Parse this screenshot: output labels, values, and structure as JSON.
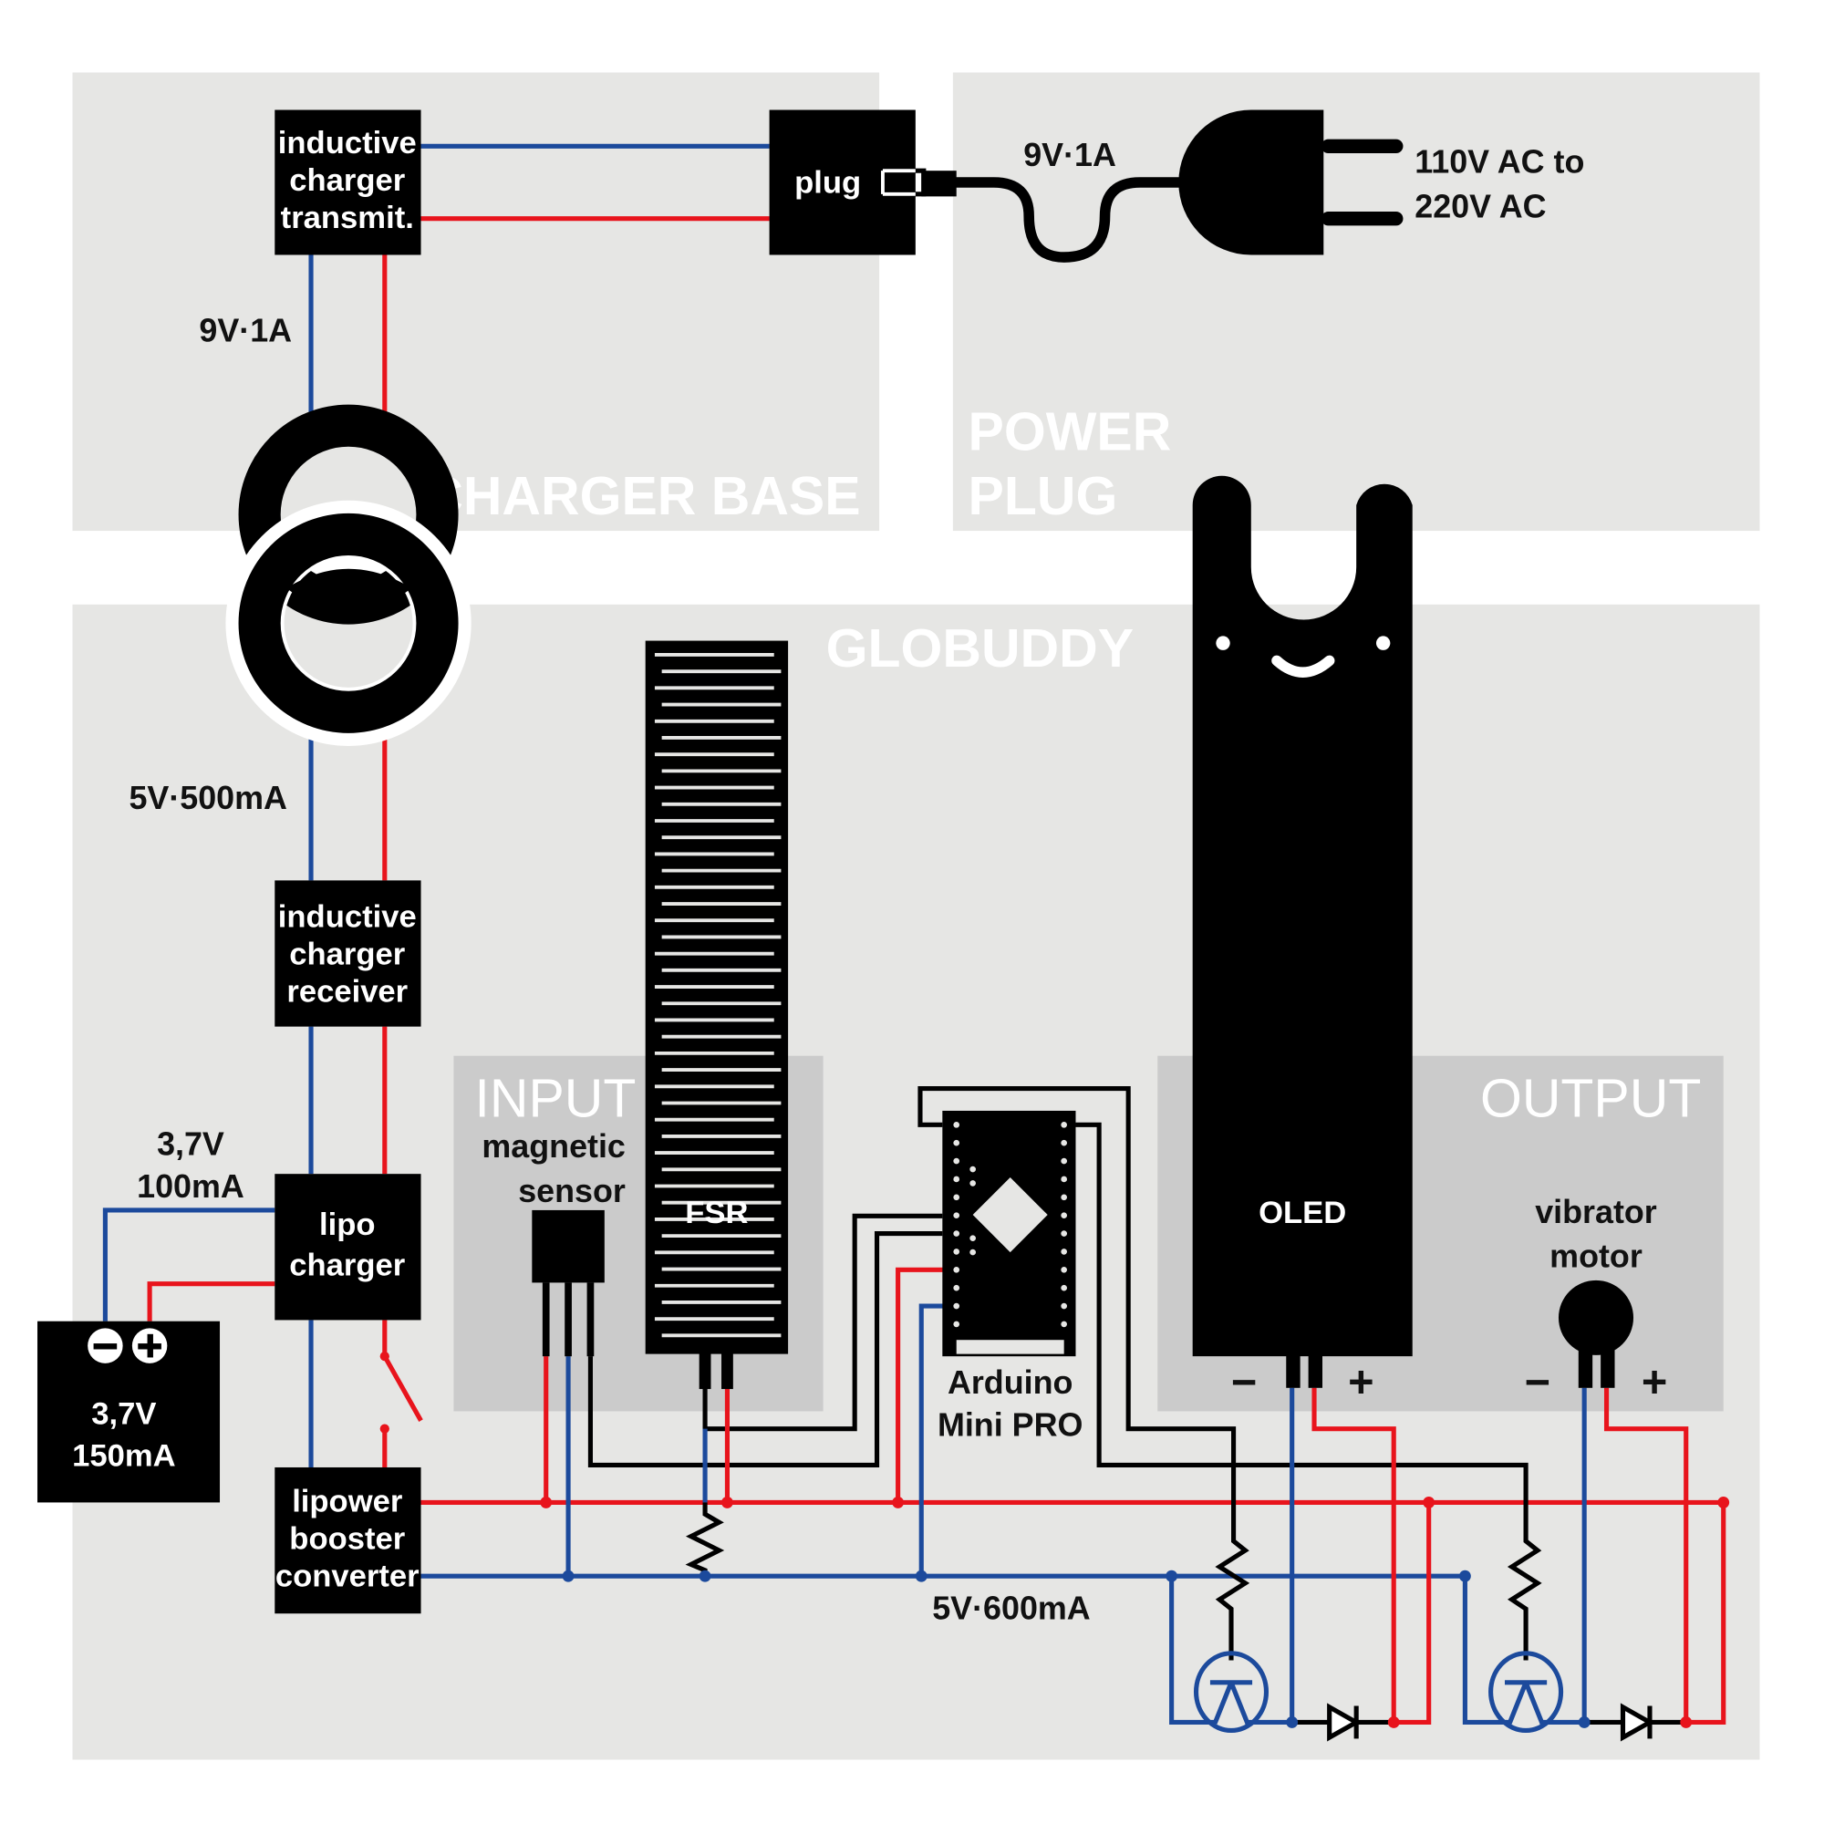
{
  "sections": {
    "charger_base": "CHARGER BASE",
    "power_plug": [
      "POWER",
      "PLUG"
    ],
    "globuddy": "GLOBUDDY",
    "input": "INPUT",
    "output": "OUTPUT"
  },
  "blocks": {
    "transmitter": [
      "inductive",
      "charger",
      "transmit."
    ],
    "plug": "plug",
    "receiver": [
      "inductive",
      "charger",
      "receiver"
    ],
    "lipo_charger": [
      "lipo",
      "charger"
    ],
    "booster": [
      "lipower",
      "booster",
      "converter"
    ],
    "battery": [
      "3,7V",
      "150mA"
    ]
  },
  "labels": {
    "base_power": "9V·1A",
    "coil_power": "5V·500mA",
    "battery_line": [
      "3,7V",
      "100mA"
    ],
    "rail_power": "5V·600mA",
    "cable_power": "9V·1A",
    "mains": [
      "110V AC to",
      "220V AC"
    ],
    "magnetic_sensor": [
      "magnetic",
      "sensor"
    ],
    "fsr": "FSR",
    "arduino": [
      "Arduino",
      "Mini PRO"
    ],
    "oled": "OLED",
    "vibrator": [
      "vibrator",
      "motor"
    ],
    "minus": "−",
    "plus": "+"
  },
  "colors": {
    "positive_wire": "#e8141c",
    "ground_wire": "#1c4a9c",
    "signal_wire": "#000000",
    "panel": "#e6e6e4",
    "subpanel": "#cbcbcb"
  }
}
